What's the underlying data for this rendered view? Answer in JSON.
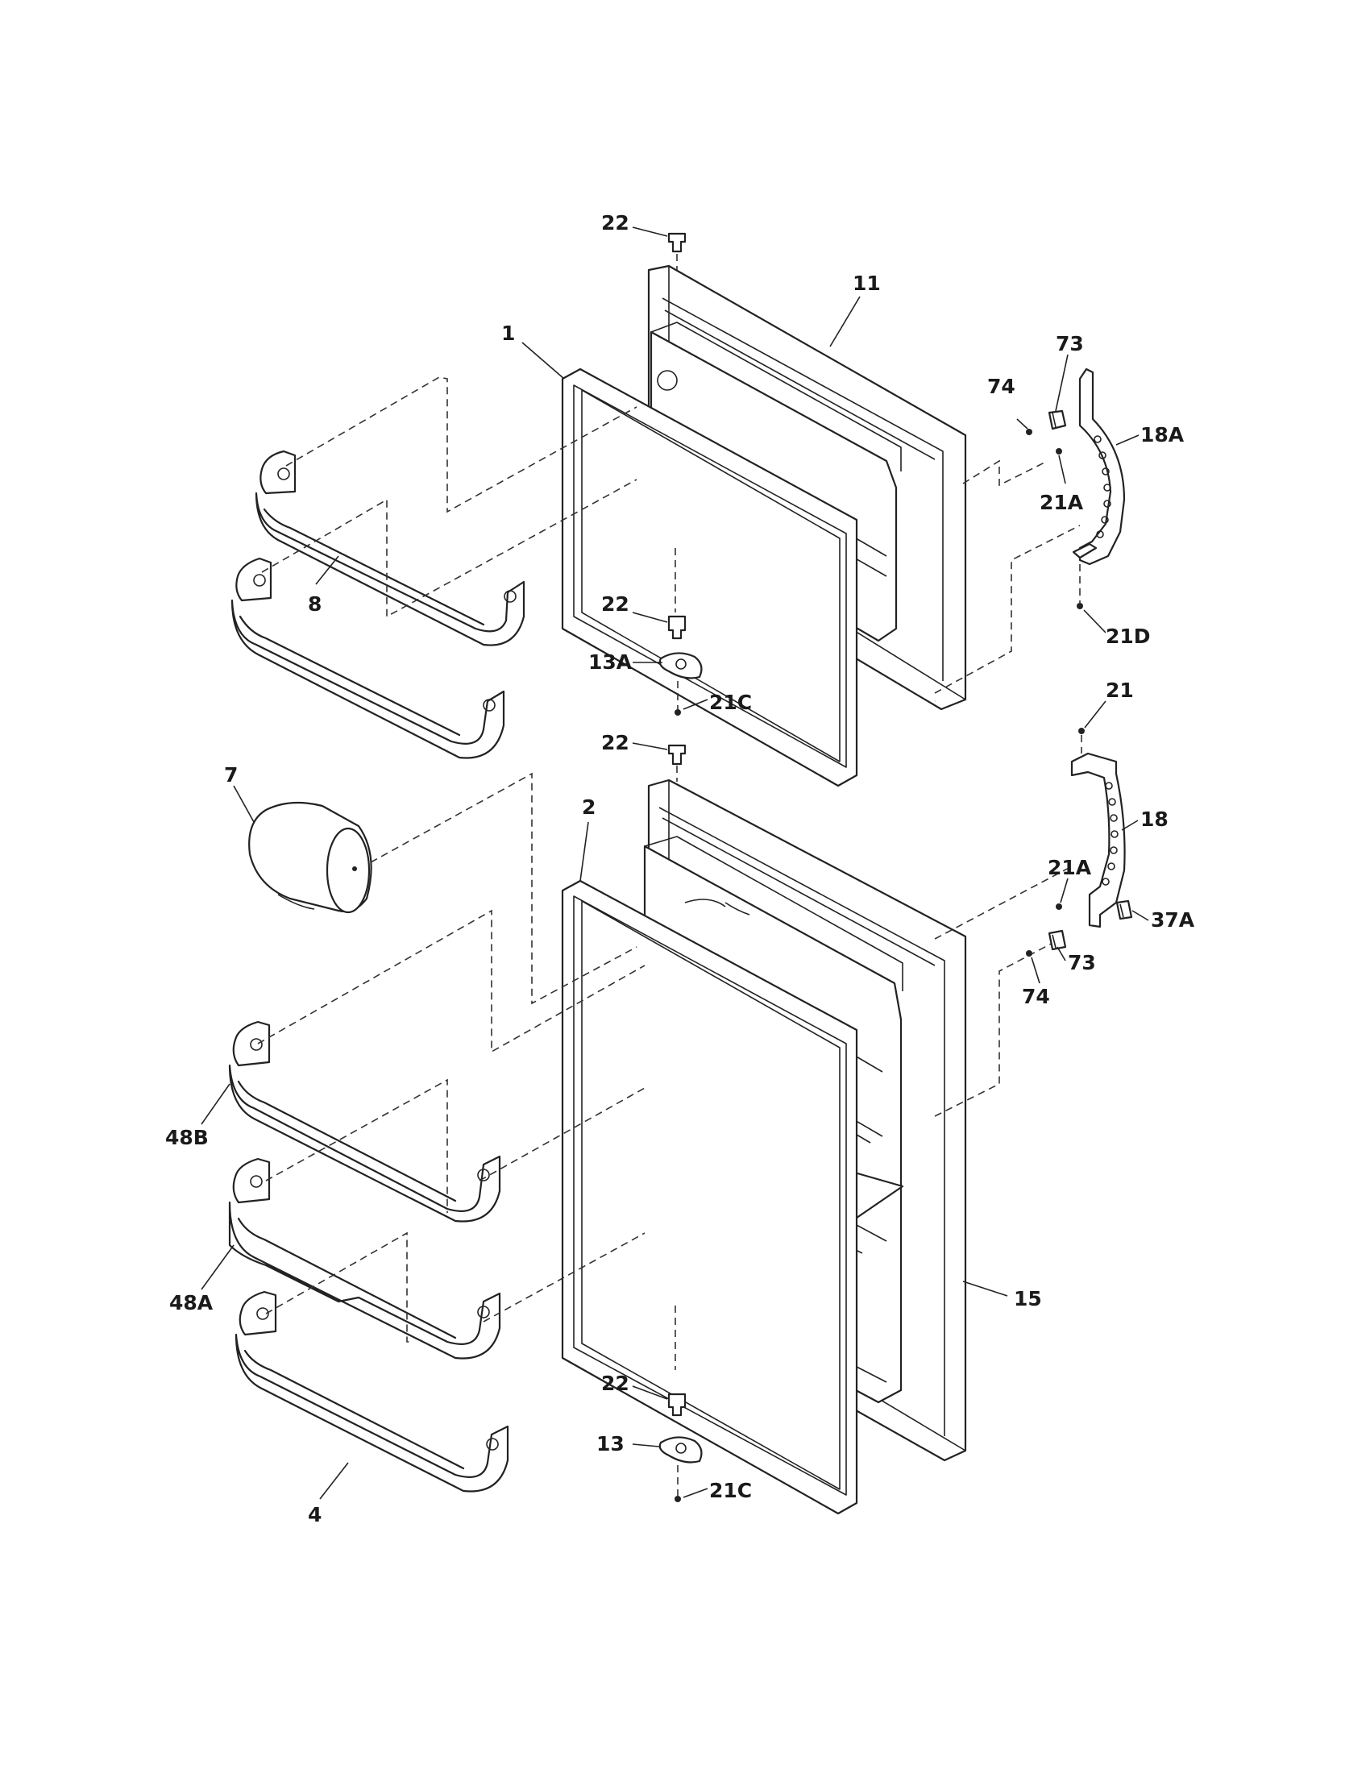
{
  "callouts": {
    "c22a": "22",
    "c11": "11",
    "c1": "1",
    "c73a": "73",
    "c74a": "74",
    "c18a": "18A",
    "c21a_top": "21A",
    "c22b": "22",
    "c8": "8",
    "c13a": "13A",
    "c21c_top": "21C",
    "c21d": "21D",
    "c22c": "22",
    "c21": "21",
    "c7": "7",
    "c2": "2",
    "c18": "18",
    "c21a_bot": "21A",
    "c37a": "37A",
    "c73b": "73",
    "c74b": "74",
    "c48b": "48B",
    "c48a": "48A",
    "c15": "15",
    "c22d": "22",
    "c13": "13",
    "c21c_bot": "21C",
    "c4": "4"
  }
}
